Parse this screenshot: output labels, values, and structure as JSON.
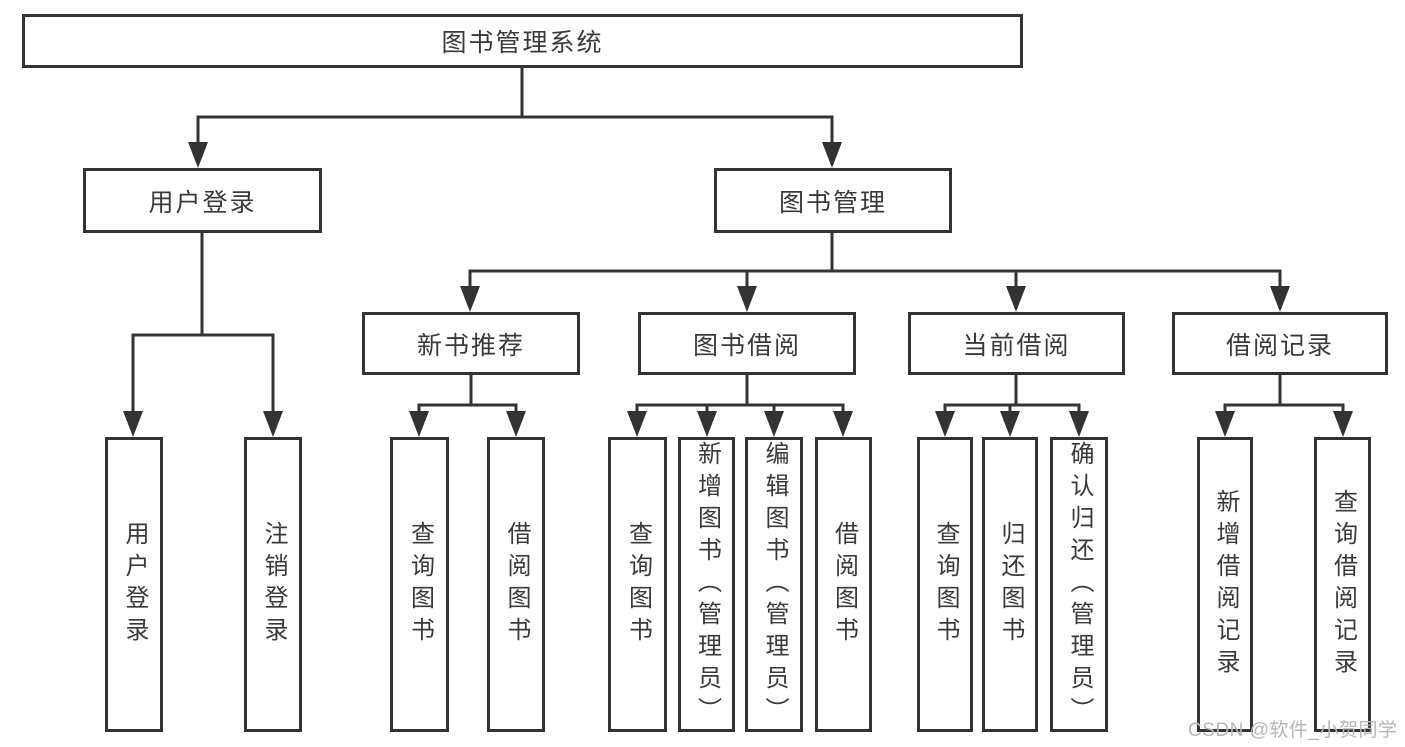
{
  "tree": {
    "root": "图书管理系统",
    "branches": [
      {
        "label": "用户登录",
        "leaves": [
          "用户登录",
          "注销登录"
        ]
      },
      {
        "label": "图书管理",
        "sections": [
          {
            "label": "新书推荐",
            "leaves": [
              "查询图书",
              "借阅图书"
            ]
          },
          {
            "label": "图书借阅",
            "leaves": [
              "查询图书",
              "新增图书（管理员）",
              "编辑图书（管理员）",
              "借阅图书"
            ]
          },
          {
            "label": "当前借阅",
            "leaves": [
              "查询图书",
              "归还图书",
              "确认归还（管理员）"
            ]
          },
          {
            "label": "借阅记录",
            "leaves": [
              "新增借阅记录",
              "查询借阅记录"
            ]
          }
        ]
      }
    ]
  },
  "watermark": "CSDN @软件_小贺同学",
  "colors": {
    "line": "#333333",
    "text": "#3a3a3a",
    "background": "#ffffff",
    "watermark": "#b6b6b6"
  }
}
